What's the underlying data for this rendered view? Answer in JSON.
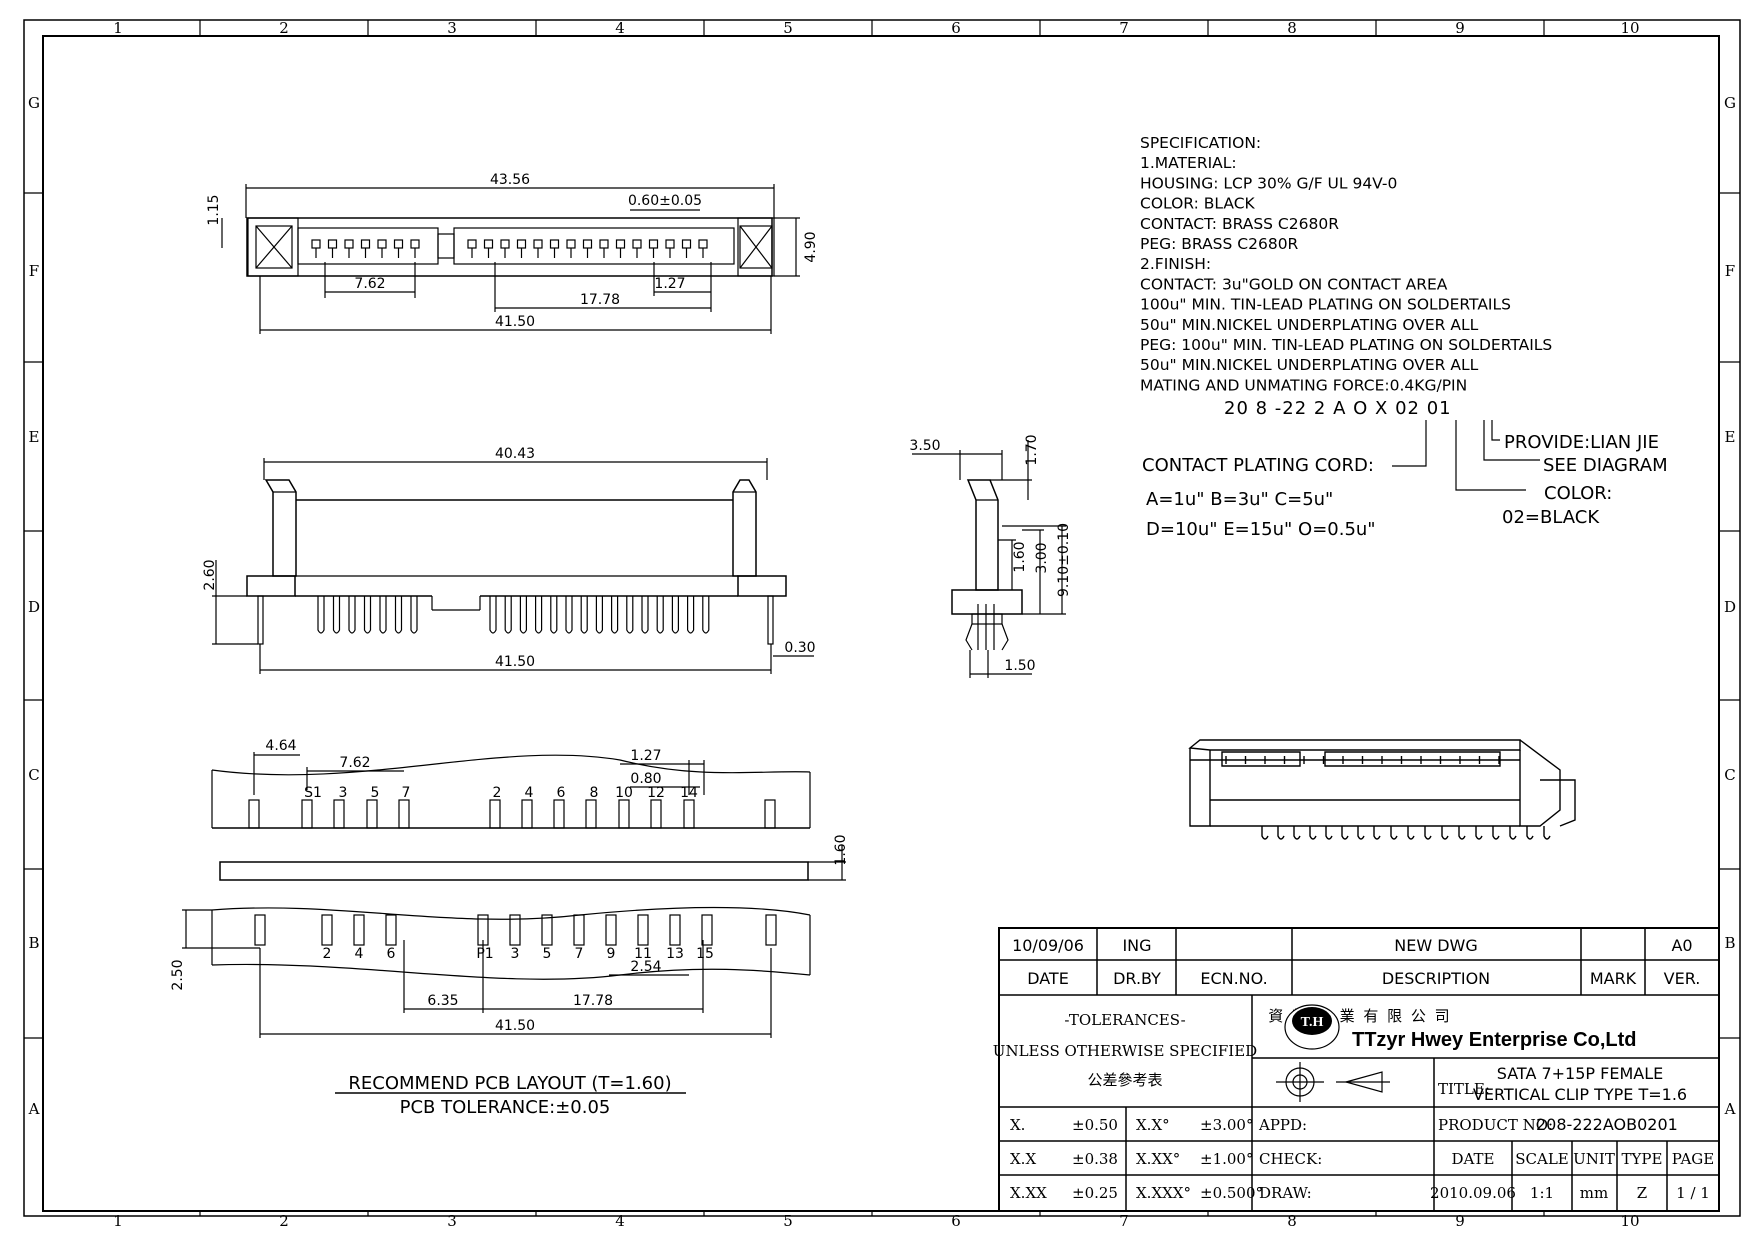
{
  "border": {
    "columns": [
      "1",
      "2",
      "3",
      "4",
      "5",
      "6",
      "7",
      "8",
      "9",
      "10"
    ],
    "rows": [
      "G",
      "F",
      "E",
      "D",
      "C",
      "B",
      "A"
    ]
  },
  "specification": {
    "lines": [
      "SPECIFICATION:",
      "1.MATERIAL:",
      "HOUSING: LCP 30% G/F UL 94V-0",
      "COLOR: BLACK",
      "CONTACT: BRASS C2680R",
      "PEG: BRASS C2680R",
      "2.FINISH:",
      "CONTACT: 3u\"GOLD ON CONTACT AREA",
      "100u\" MIN. TIN-LEAD PLATING ON SOLDERTAILS",
      "50u\" MIN.NICKEL UNDERPLATING OVER ALL",
      "PEG: 100u\" MIN. TIN-LEAD PLATING ON SOLDERTAILS",
      "50u\" MIN.NICKEL UNDERPLATING OVER ALL",
      "MATING AND UNMATING FORCE:0.4KG/PIN"
    ]
  },
  "part_code": {
    "code": "20 8 -22 2 A O X 02 01",
    "plating_label": "CONTACT PLATING CORD:",
    "plating_row1": "A=1u\"   B=3u\"   C=5u\"",
    "plating_row2": "D=10u\" E=15u\" O=0.5u\"",
    "provide": "PROVIDE:LIAN JIE",
    "see_diagram": "SEE DIAGRAM",
    "color_label": "COLOR:",
    "color_value": "02=BLACK"
  },
  "top_view": {
    "d_overall": "43.56",
    "d_h1": "1.15",
    "d_pitch": "0.60±0.05",
    "d_height": "4.90",
    "d_762": "7.62",
    "d_127": "1.27",
    "d_1778": "17.78",
    "d_4150": "41.50"
  },
  "front_view": {
    "d_4043": "40.43",
    "d_260": "2.60",
    "d_030": "0.30",
    "d_4150": "41.50"
  },
  "side_view": {
    "d_350": "3.50",
    "d_170": "1.70",
    "d_160": "1.60",
    "d_300": "3.00",
    "d_910": "9.10±0.10",
    "d_150": "1.50"
  },
  "pcb_layout": {
    "d_464": "4.64",
    "d_762": "7.62",
    "d_127": "1.27",
    "d_080": "0.80",
    "d_160": "1.60",
    "d_250": "2.50",
    "d_254": "2.54",
    "d_635": "6.35",
    "d_1778": "17.78",
    "d_4150": "41.50",
    "top_labels": [
      "S1",
      "3",
      "5",
      "7",
      "2",
      "4",
      "6",
      "8",
      "10",
      "12",
      "14"
    ],
    "bottom_labels": [
      "2",
      "4",
      "6",
      "P1",
      "3",
      "5",
      "7",
      "9",
      "11",
      "13",
      "15"
    ],
    "caption": "RECOMMEND PCB LAYOUT (T=1.60)",
    "tolerance": "PCB TOLERANCE:±0.05"
  },
  "title_block": {
    "date_value": "10/09/06",
    "drby_value": "ING",
    "desc_value": "NEW DWG",
    "ver_value": "A0",
    "h_date": "DATE",
    "h_drby": "DR.BY",
    "h_ecn": "ECN.NO.",
    "h_desc": "DESCRIPTION",
    "h_mark": "MARK",
    "h_ver": "VER.",
    "tol_title": "-TOLERANCES-",
    "tol_sub": "UNLESS OTHERWISE SPECIFIED",
    "tol_cn": "公差參考表",
    "logo_badge": "T.H",
    "company_cn": "資 輝 企 業 有 限 公 司",
    "company_en": "Tzyr Hwey Enterprise Co,Ltd",
    "title_label": "TITLE:",
    "title_line1": "SATA 7+15P FEMALE",
    "title_line2": "VERTICAL CLIP TYPE T=1.6",
    "tol_rows": [
      {
        "a": "X.",
        "b": "±0.50",
        "c": "X.X°",
        "d": "±3.00°"
      },
      {
        "a": "X.X",
        "b": "±0.38",
        "c": "X.XX°",
        "d": "±1.00°"
      },
      {
        "a": "X.XX",
        "b": "±0.25",
        "c": "X.XXX°",
        "d": "±0.500°"
      }
    ],
    "appd_label": "APPD:",
    "check_label": "CHECK:",
    "draw_label": "DRAW:",
    "product_no_label": "PRODUCT NO:",
    "product_no": "208-222AOB0201",
    "h_date2": "DATE",
    "h_scale": "SCALE",
    "h_unit": "UNIT",
    "h_type": "TYPE",
    "h_page": "PAGE",
    "v_date": "2010.09.06",
    "v_scale": "1:1",
    "v_unit": "mm",
    "v_type": "Z",
    "v_page": "1 / 1"
  }
}
